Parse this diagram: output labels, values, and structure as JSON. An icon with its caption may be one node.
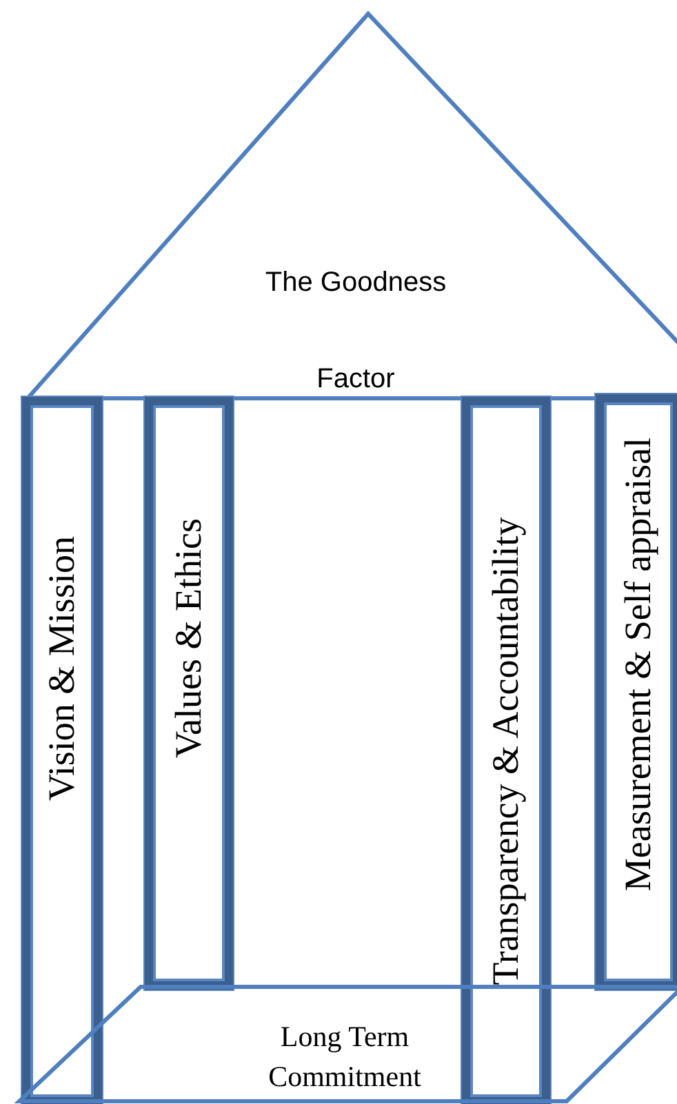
{
  "diagram": {
    "nodes": [
      {
        "text": [
          "The Goodness Factor"
        ]
      },
      {
        "text": [
          "Vision & Mission"
        ]
      },
      {
        "text": [
          "Values  & Ethics"
        ]
      },
      {
        "text": [
          "Transparency & Accountability"
        ]
      },
      {
        "text": [
          "Measurement & Self appraisal"
        ]
      },
      {
        "text": [
          "Long Term Commitment"
        ]
      }
    ]
  }
}
